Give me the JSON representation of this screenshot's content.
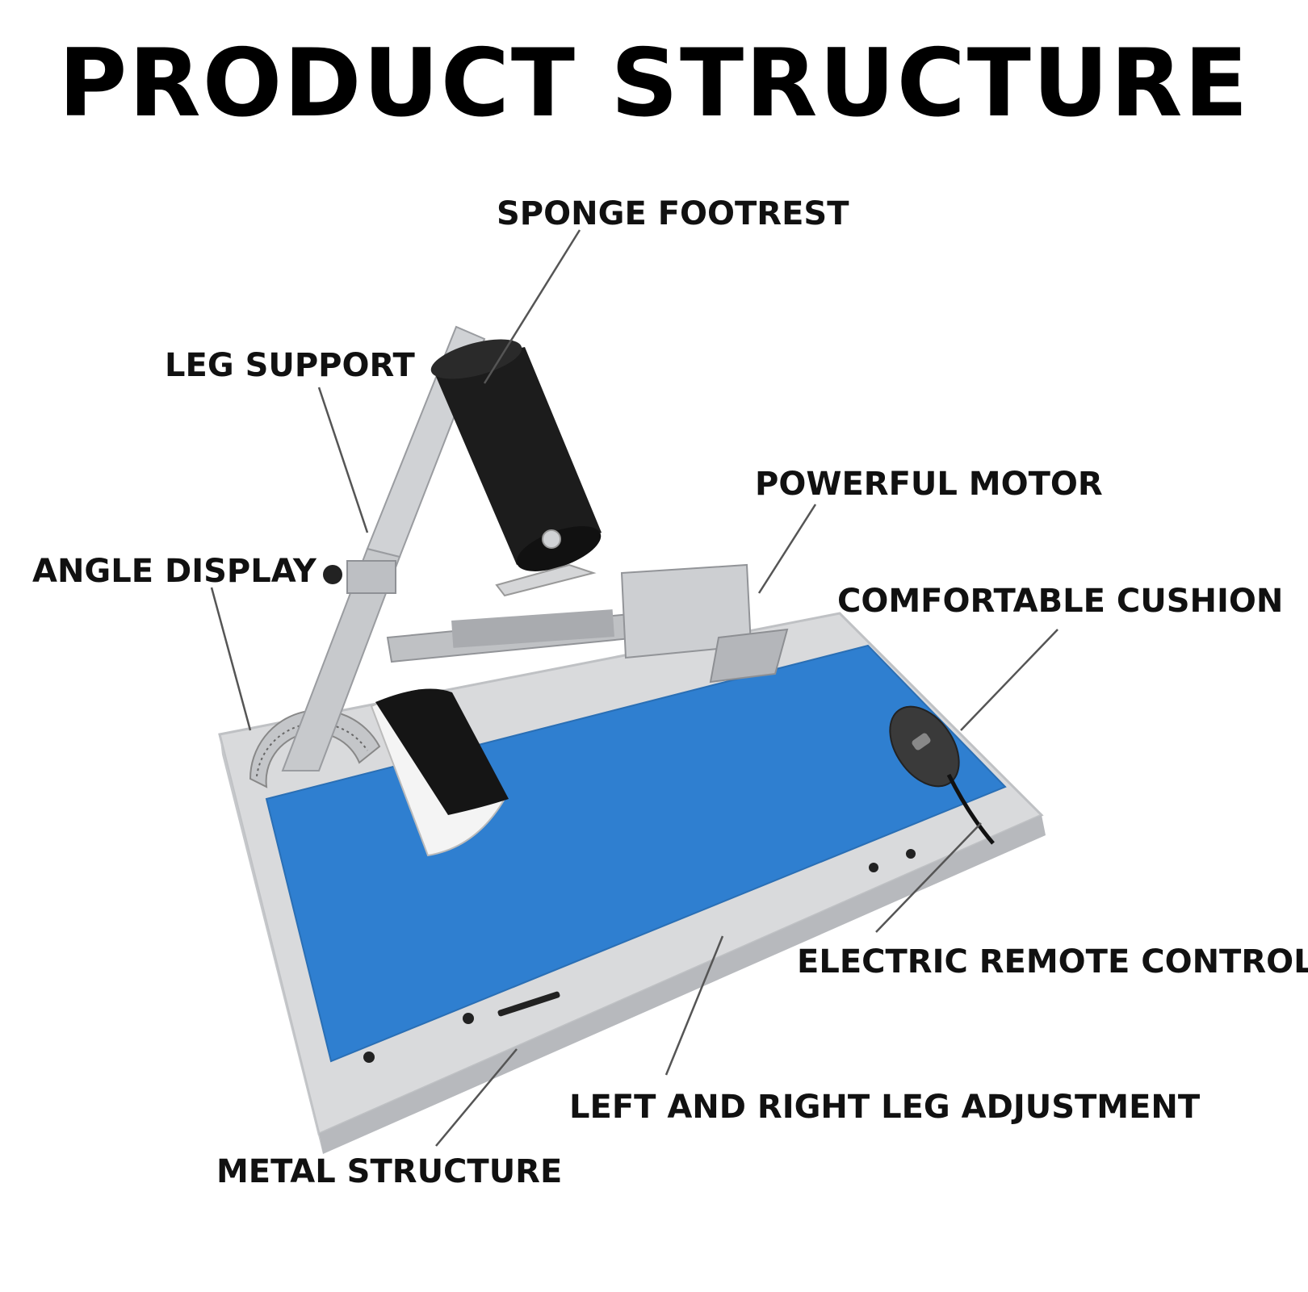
{
  "title": "PRODUCT STRUCTURE",
  "callouts": {
    "sponge_footrest": "SPONGE FOOTREST",
    "leg_support": "LEG SUPPORT",
    "powerful_motor": "POWERFUL MOTOR",
    "angle_display": "ANGLE DISPLAY",
    "comfortable_cushion": "COMFORTABLE CUSHION",
    "electric_remote_control": "ELECTRIC REMOTE CONTROL",
    "left_right_leg_adjustment": "LEFT AND RIGHT LEG ADJUSTMENT",
    "metal_structure": "METAL STRUCTURE"
  },
  "colors": {
    "cushion_blue": "#2f7fd0",
    "frame_grey": "#d9dadc",
    "foam_black": "#1c1c1c",
    "steel": "#c7c9cc",
    "leader_line": "#555555"
  }
}
